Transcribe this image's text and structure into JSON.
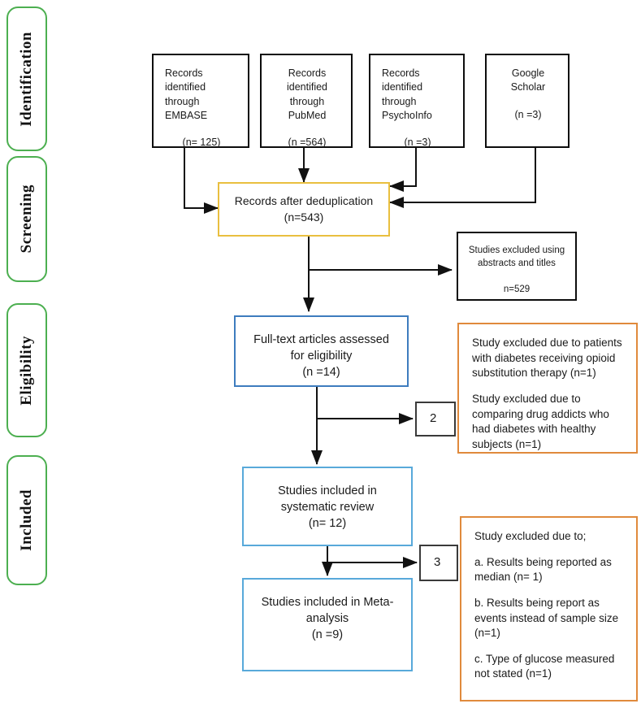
{
  "stages": [
    {
      "label": "Identification"
    },
    {
      "label": "Screening"
    },
    {
      "label": "Eligibility"
    },
    {
      "label": "Included"
    }
  ],
  "sources": [
    {
      "name": "embase",
      "line1": "Records",
      "line2": "identified",
      "line3": "through EMBASE",
      "count": "(n= 125)"
    },
    {
      "name": "pubmed",
      "line1": "Records",
      "line2": "identified",
      "line3": "through PubMed",
      "count": "(n =564)"
    },
    {
      "name": "psychoinfo",
      "line1": "Records identified",
      "line2": "through",
      "line3": "PsychoInfo",
      "count": "(n =3)"
    },
    {
      "name": "google-scholar",
      "line1": "Google Scholar",
      "line2": "",
      "line3": "",
      "count": "(n =3)"
    }
  ],
  "dedup": {
    "line1": "Records after deduplication",
    "line2": "(n=543)"
  },
  "excluded_abstracts": {
    "line1": "Studies excluded using",
    "line2": "abstracts and titles",
    "count": "n=529"
  },
  "fulltext": {
    "line1": "Full-text articles assessed",
    "line2": "for eligibility",
    "count": "(n =14)"
  },
  "eligibility_excluded": {
    "badge": "2",
    "para1": "Study excluded due to patients with diabetes receiving opioid substitution therapy (n=1)",
    "para2": "Study excluded due to comparing drug addicts who had diabetes with healthy subjects (n=1)"
  },
  "systematic_review": {
    "line1": "Studies included in",
    "line2": "systematic review",
    "count": "(n= 12)"
  },
  "meta_analysis": {
    "line1": "Studies included in Meta-",
    "line2": "analysis",
    "count": "(n =9)"
  },
  "included_excluded": {
    "badge": "3",
    "heading": "Study excluded due to;",
    "item_a": "a. Results being reported as median (n= 1)",
    "item_b": "b. Results being report as events instead of sample size (n=1)",
    "item_c": "c. Type of glucose measured not stated (n=1)"
  },
  "colors": {
    "stage_border": "#4caf50",
    "source_border": "#0d0d0d",
    "dedup_border": "#e9bf3f",
    "fulltext_border": "#3e7cbe",
    "included_border": "#58a9da",
    "excluded_border": "#e08a3c",
    "arrow": "#111111"
  }
}
